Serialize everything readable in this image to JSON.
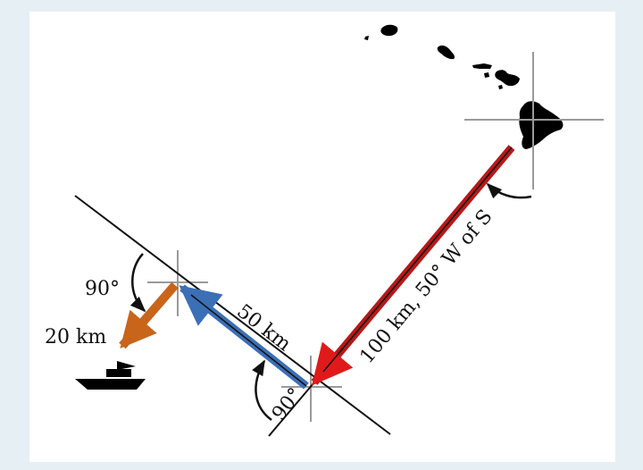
{
  "labels": {
    "long_leg": "100 km, 50° W of S",
    "middle_leg": "50 km",
    "short_leg": "20 km",
    "angle_middle": "90°",
    "angle_left": "90°"
  },
  "colors": {
    "long_leg": "#c81d1d",
    "middle_leg": "#3b6fb6",
    "short_leg": "#c8651b",
    "crosshair": "#9a9a9a",
    "line": "#111111",
    "island": "#000000"
  },
  "icons": {
    "islands": "hawaiian-islands-icon",
    "boat": "boat-icon"
  }
}
